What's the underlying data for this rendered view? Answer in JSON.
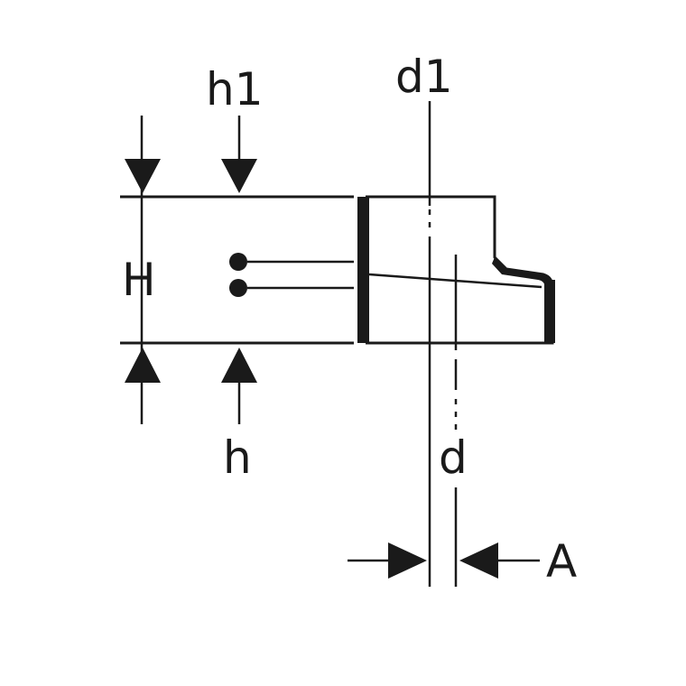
{
  "labels": {
    "h1": "h1",
    "d1": "d1",
    "H": "H",
    "h": "h",
    "d": "d",
    "A": "A"
  },
  "colors": {
    "ink": "#1a1a1a",
    "background": "#ffffff"
  }
}
